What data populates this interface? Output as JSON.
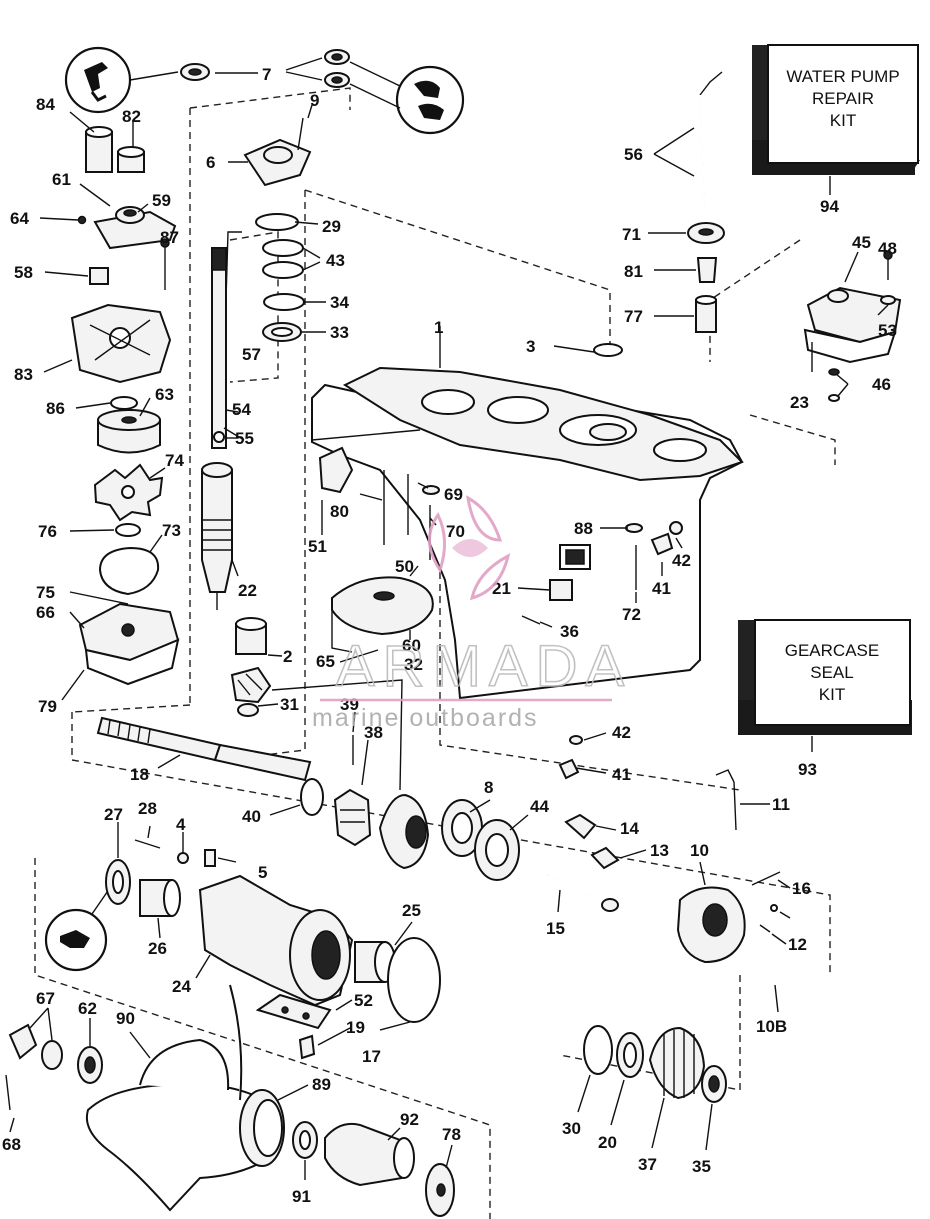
{
  "kits": {
    "water_pump": {
      "line1": "WATER PUMP",
      "line2": "REPAIR",
      "line3": "KIT",
      "part": "94"
    },
    "gearcase_seal": {
      "line1": "GEARCASE",
      "line2": "SEAL",
      "line3": "KIT",
      "part": "93"
    }
  },
  "watermark": {
    "brand": "ARMADA",
    "tagline": "marine outboards",
    "accent_color": "#e0a0c4"
  },
  "callouts": {
    "p1": "1",
    "p2": "2",
    "p3": "3",
    "p4": "4",
    "p5": "5",
    "p6": "6",
    "p7": "7",
    "p8": "8",
    "p9": "9",
    "p10": "10",
    "p10B": "10B",
    "p11": "11",
    "p12": "12",
    "p13": "13",
    "p14": "14",
    "p15": "15",
    "p16": "16",
    "p17": "17",
    "p18": "18",
    "p19": "19",
    "p20": "20",
    "p21": "21",
    "p22": "22",
    "p23": "23",
    "p24": "24",
    "p25": "25",
    "p26": "26",
    "p27": "27",
    "p28": "28",
    "p29": "29",
    "p30": "30",
    "p31": "31",
    "p32": "32",
    "p33": "33",
    "p34": "34",
    "p35": "35",
    "p36": "36",
    "p37": "37",
    "p38": "38",
    "p39": "39",
    "p40": "40",
    "p41a": "41",
    "p41b": "41",
    "p42a": "42",
    "p42b": "42",
    "p43": "43",
    "p44": "44",
    "p45": "45",
    "p46": "46",
    "p48": "48",
    "p50": "50",
    "p51": "51",
    "p52": "52",
    "p53": "53",
    "p54": "54",
    "p55": "55",
    "p56": "56",
    "p57": "57",
    "p58": "58",
    "p59": "59",
    "p60": "60",
    "p61": "61",
    "p62": "62",
    "p63": "63",
    "p64": "64",
    "p65": "65",
    "p66": "66",
    "p67": "67",
    "p68": "68",
    "p69": "69",
    "p70": "70",
    "p71": "71",
    "p72": "72",
    "p73": "73",
    "p74": "74",
    "p75": "75",
    "p76": "76",
    "p77": "77",
    "p78": "78",
    "p79": "79",
    "p80": "80",
    "p81": "81",
    "p82": "82",
    "p83": "83",
    "p84": "84",
    "p86": "86",
    "p87": "87",
    "p88": "88",
    "p89": "89",
    "p90": "90",
    "p91": "91",
    "p92": "92"
  }
}
